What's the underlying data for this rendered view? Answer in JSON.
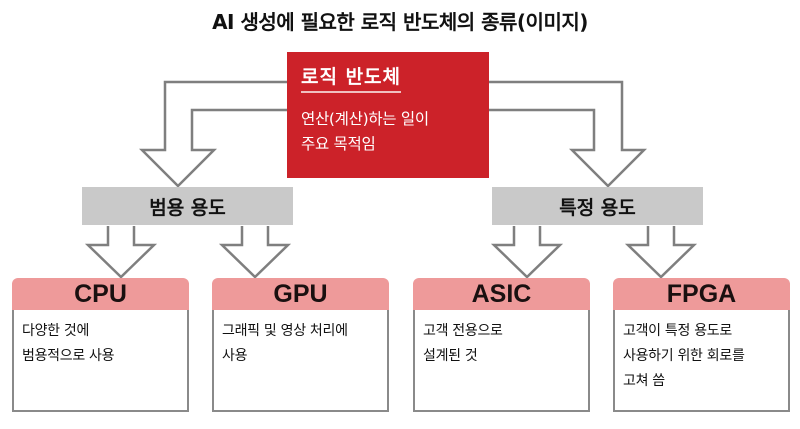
{
  "title": "AI 생성에 필요한 로직 반도체의 종류(이미지)",
  "root": {
    "title": "로직 반도체",
    "description_lines": [
      "연산(계산)하는 일이",
      "주요 목적임"
    ],
    "color": "#cc2229"
  },
  "categories": [
    {
      "label": "범용 용도"
    },
    {
      "label": "특정 용도"
    }
  ],
  "cards": [
    {
      "name": "CPU",
      "lines": [
        "다양한 것에",
        "범용적으로 사용"
      ]
    },
    {
      "name": "GPU",
      "lines": [
        "그래픽 및 영상 처리에",
        "사용"
      ]
    },
    {
      "name": "ASIC",
      "lines": [
        "고객 전용으로",
        "설계된 것"
      ]
    },
    {
      "name": "FPGA",
      "lines": [
        "고객이 특정 용도로",
        "사용하기 위한 회로를",
        "고쳐 씀"
      ]
    }
  ],
  "colors": {
    "category_bg": "#c9c9c9",
    "card_header": "#ee9a9a",
    "arrow_stroke": "#7f7f7f"
  }
}
